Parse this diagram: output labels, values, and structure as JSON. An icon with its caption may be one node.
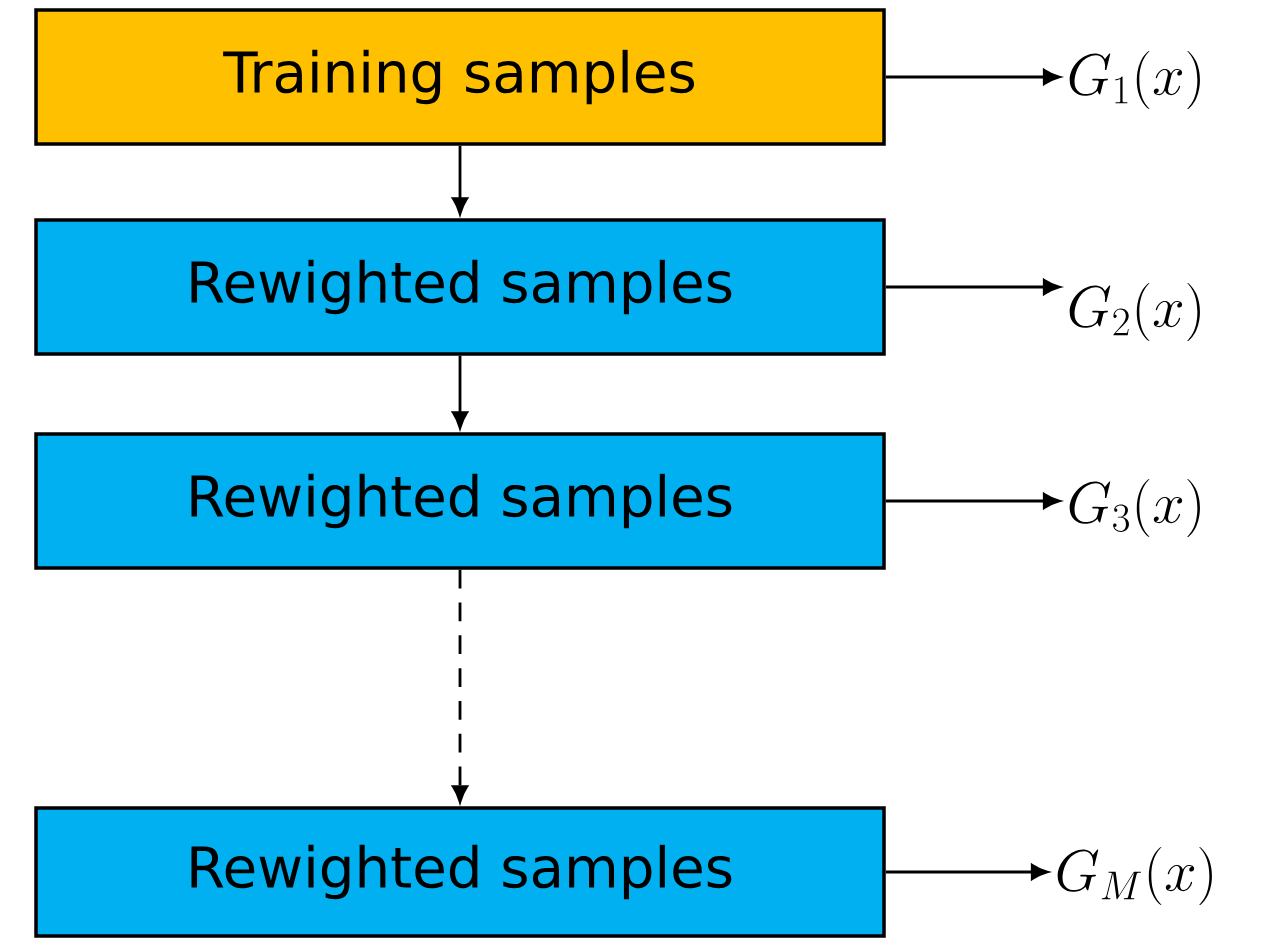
{
  "diagram": {
    "nodes": [
      {
        "text": [
          "Training samples"
        ]
      },
      {
        "text": [
          "Rewighted samples"
        ]
      },
      {
        "text": [
          "Rewighted samples"
        ]
      },
      {
        "text": [
          "Rewighted samples"
        ]
      },
      {
        "text": [
          "G_{1}(x)"
        ]
      },
      {
        "text": [
          "G_{2}(x)"
        ]
      },
      {
        "text": [
          "G_{3}(x)"
        ]
      },
      {
        "text": [
          "G_{M}(x)"
        ]
      }
    ],
    "edges": [
      {
        "from": 0,
        "to": 1,
        "arrow": "to"
      },
      {
        "from": 1,
        "to": 2,
        "arrow": "to"
      },
      {
        "from": 2,
        "to": 3,
        "arrow": "to",
        "style": "dashed"
      },
      {
        "from": 0,
        "to": 4,
        "arrow": "to"
      },
      {
        "from": 1,
        "to": 5,
        "arrow": "to"
      },
      {
        "from": 2,
        "to": 6,
        "arrow": "to"
      },
      {
        "from": 3,
        "to": 7,
        "arrow": "to"
      }
    ]
  }
}
